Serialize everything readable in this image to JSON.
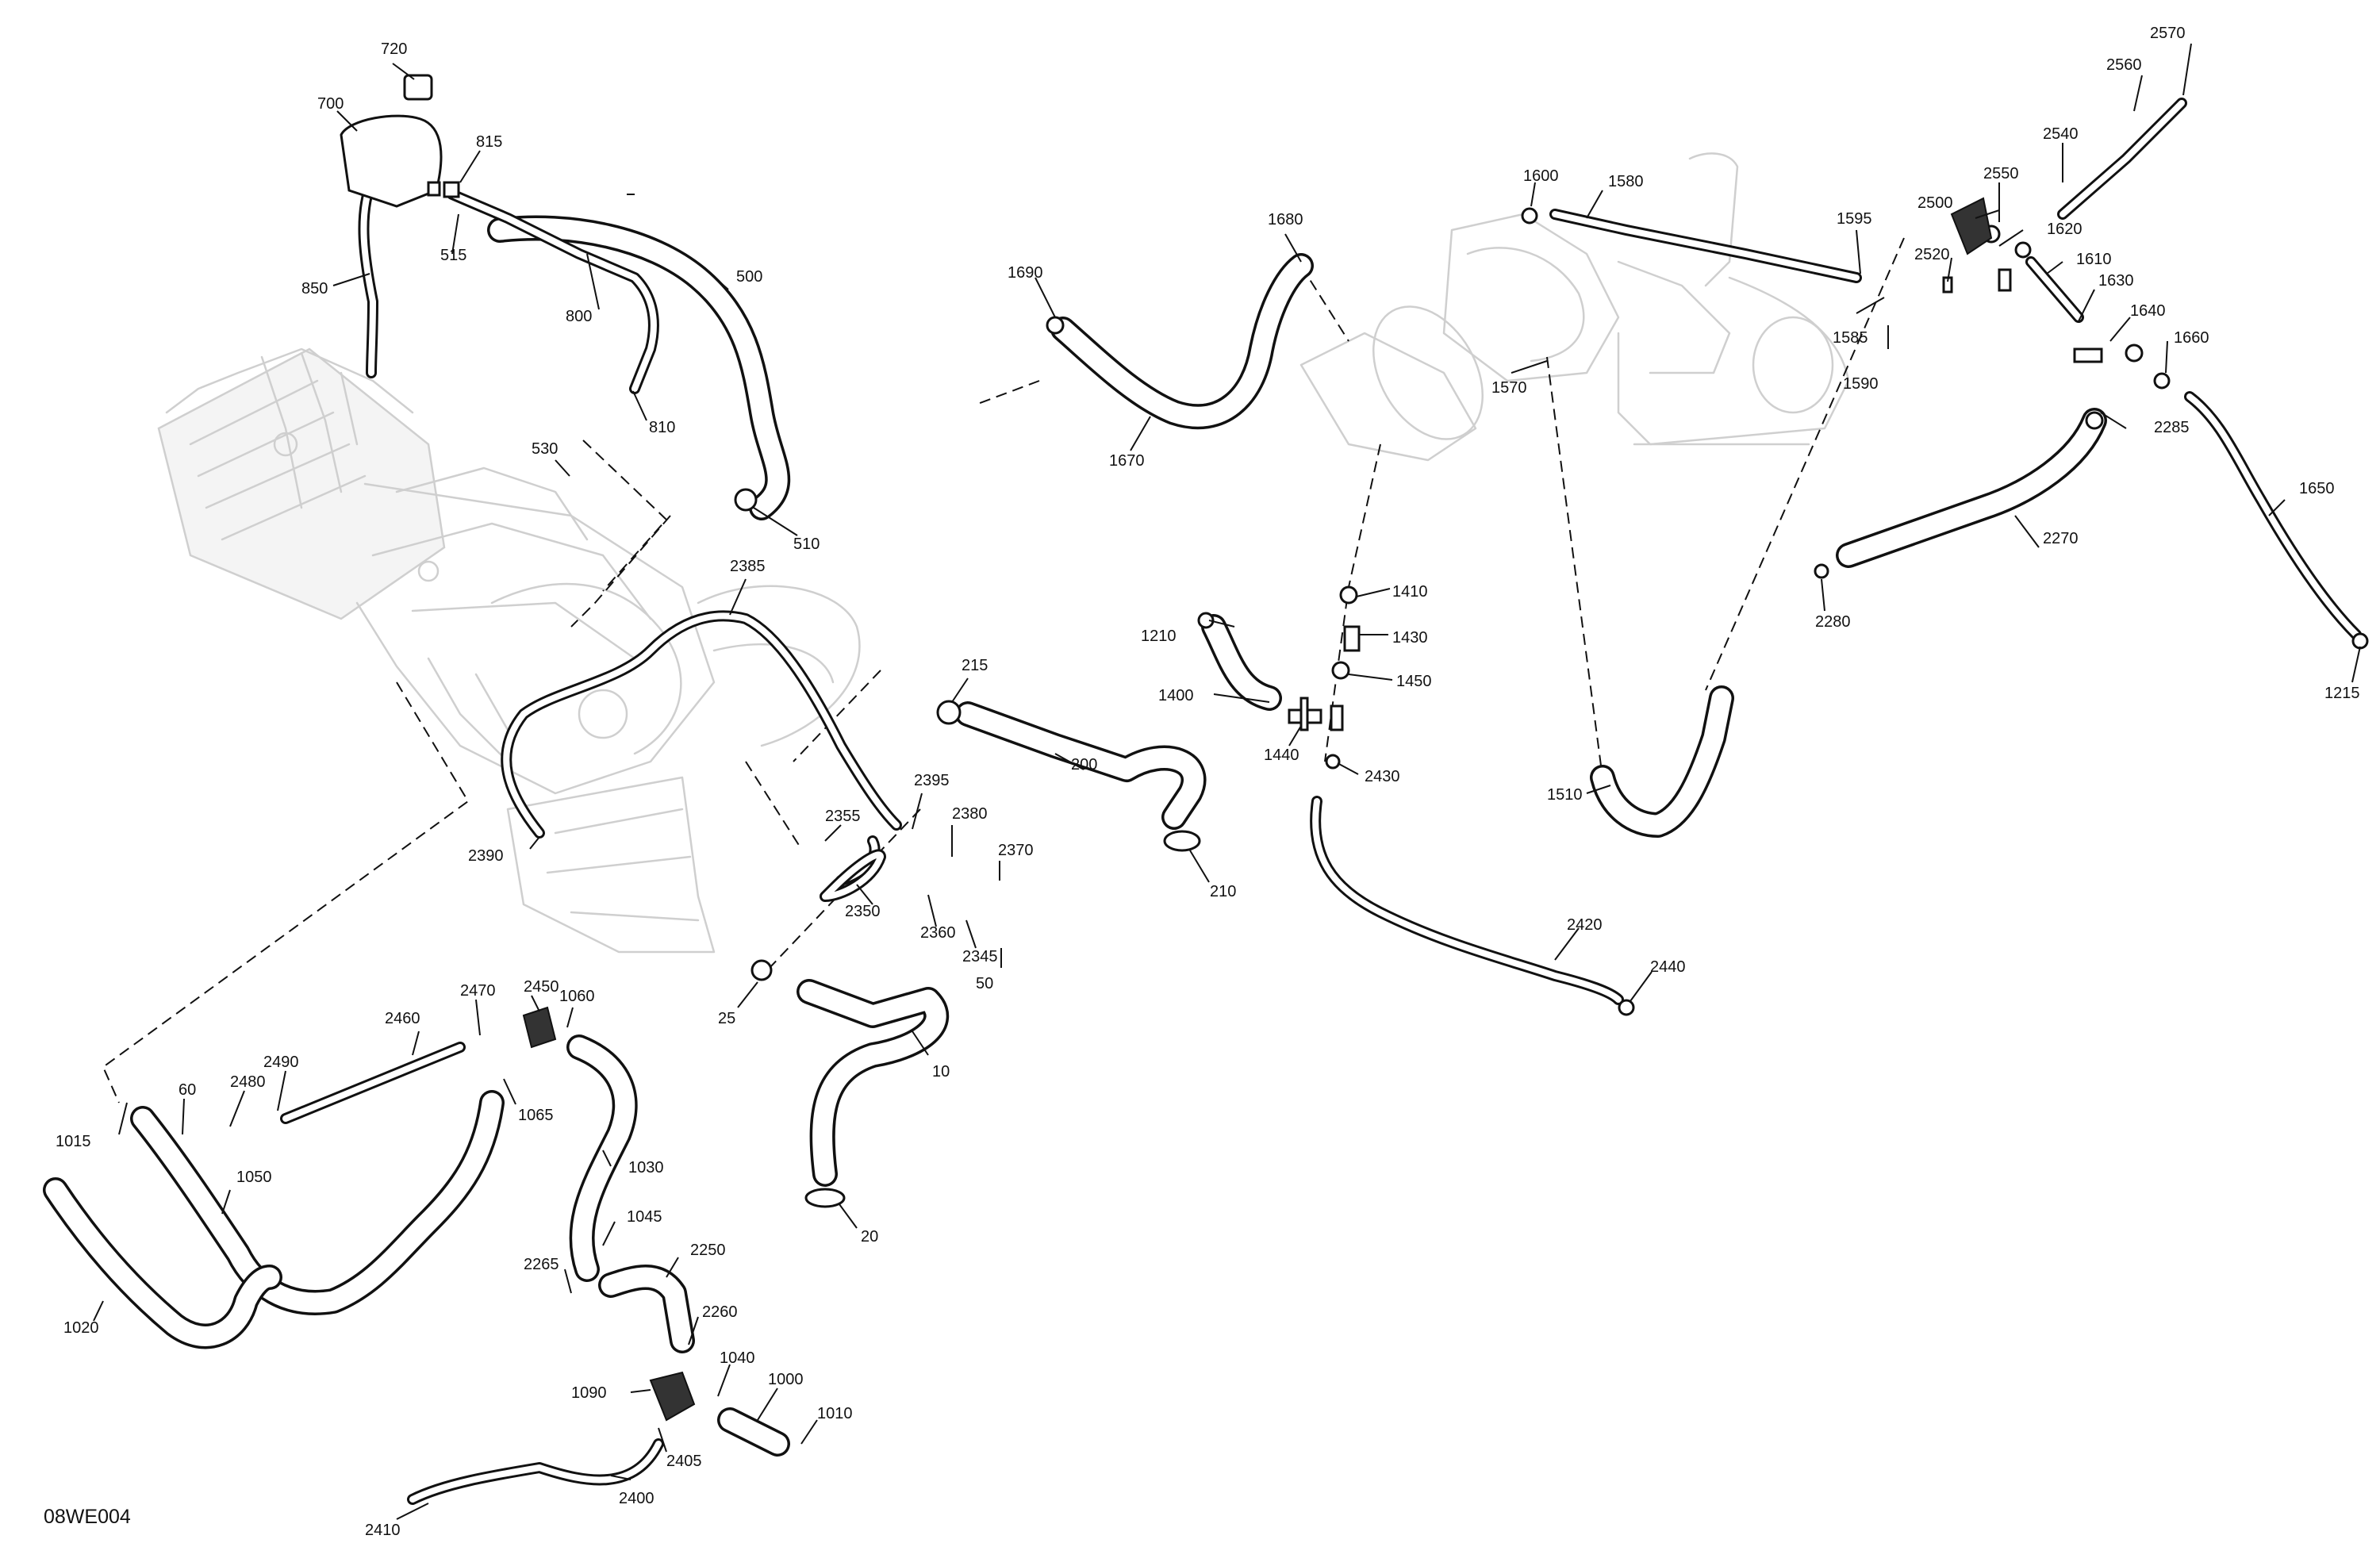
{
  "drawing_code": "08WE004",
  "callouts": [
    "720",
    "700",
    "815",
    "850",
    "515",
    "800",
    "500",
    "810",
    "530",
    "510",
    "2385",
    "2390",
    "215",
    "200",
    "210",
    "2355",
    "2395",
    "2380",
    "2370",
    "2350",
    "2360",
    "2345",
    "50",
    "25",
    "10",
    "20",
    "1690",
    "1680",
    "1670",
    "1600",
    "1580",
    "1595",
    "1585",
    "1590",
    "1570",
    "1410",
    "1210",
    "1430",
    "1400",
    "1450",
    "1440",
    "2430",
    "2420",
    "2440",
    "2570",
    "2560",
    "2540",
    "2500",
    "2550",
    "1620",
    "2520",
    "1610",
    "1630",
    "1640",
    "1660",
    "2285",
    "1650",
    "2270",
    "2280",
    "1215",
    "1510",
    "2450",
    "1060",
    "2470",
    "2460",
    "1065",
    "2490",
    "2480",
    "60",
    "1015",
    "1050",
    "1030",
    "1020",
    "1045",
    "2265",
    "2250",
    "2260",
    "1040",
    "1090",
    "1000",
    "1010",
    "2405",
    "2410",
    "2400"
  ]
}
